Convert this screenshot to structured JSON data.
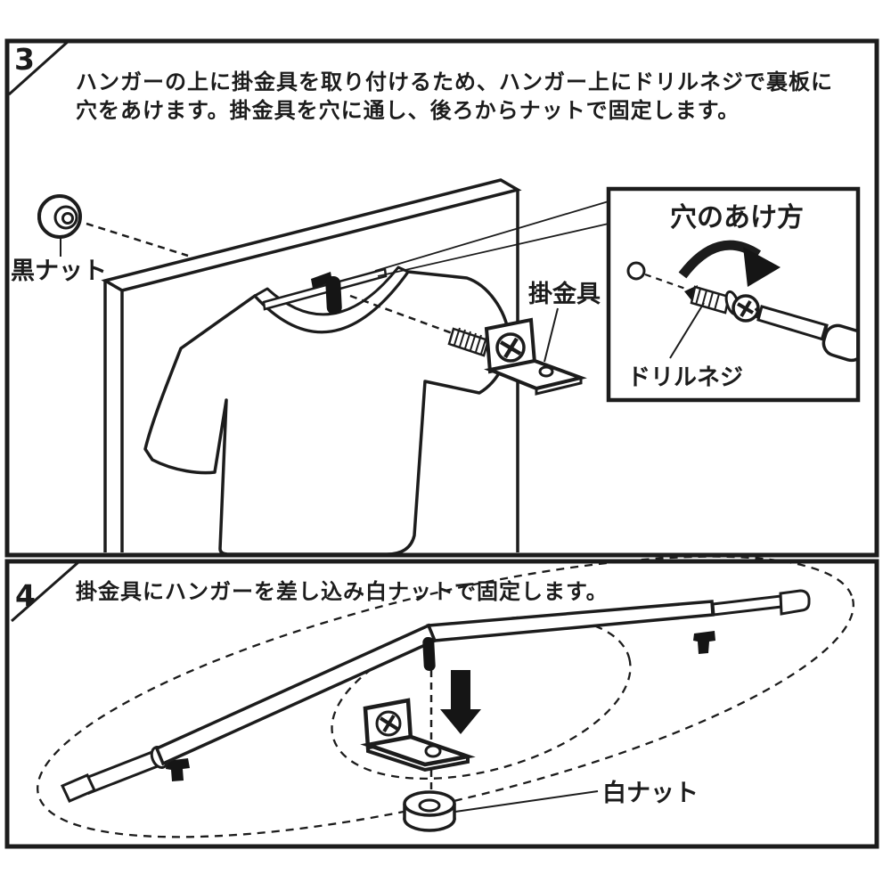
{
  "page": {
    "background": "#ffffff",
    "ink": "#1c1c1c"
  },
  "step3": {
    "number": "3",
    "instruction_line1": "ハンガーの上に掛金具を取り付けるため、ハンガー上にドリルネジで裏板に",
    "instruction_line2": "穴をあけます。掛金具を穴に通し、後ろからナットで固定します。",
    "label_black_nut": "黒ナット",
    "label_hook_bracket": "掛金具",
    "inset": {
      "title": "穴のあけ方",
      "label_drill_screw": "ドリルネジ"
    }
  },
  "step4": {
    "number": "4",
    "instruction": "掛金具にハンガーを差し込み白ナットで固定します。",
    "label_white_nut": "白ナット"
  }
}
